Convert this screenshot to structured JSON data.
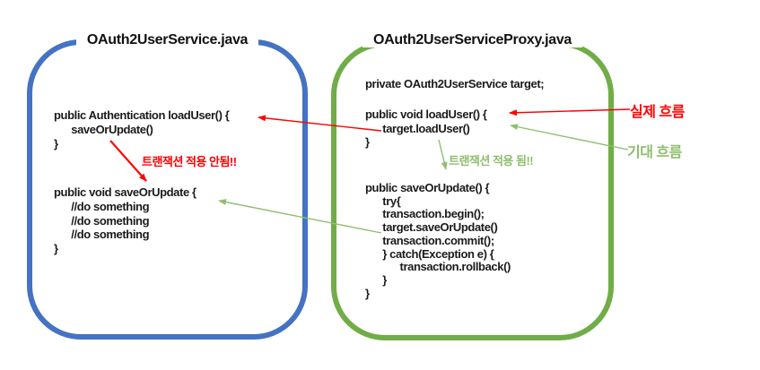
{
  "left_box": {
    "title": "OAuth2UserService.java",
    "border_color": "#4472C4",
    "code_block_1": [
      "public Authentication loadUser() {",
      "      saveOrUpdate()",
      "}"
    ],
    "note": "트랜잭션 적용 안됨!!",
    "note_color": "#FF0000",
    "code_block_2": [
      "public void saveOrUpdate {",
      "      //do something",
      "      //do something",
      "      //do something",
      "}"
    ]
  },
  "right_box": {
    "title": "OAuth2UserServiceProxy.java",
    "border_color": "#70AD47",
    "field_line": "private OAuth2UserService target;",
    "code_block_1": [
      "public void loadUser() {",
      "      target.loadUser()",
      "}"
    ],
    "note": "트랜잭션 적용 됨!!",
    "note_color": "#8FBE6E",
    "code_block_2": [
      "public saveOrUpdate() {",
      "      try{",
      "      transaction.begin();",
      "      target.saveOrUpdate()",
      "      transaction.commit();",
      "      } catch(Exception e) {",
      "            transaction.rollback()",
      "      }",
      "}"
    ]
  },
  "legend": {
    "actual_flow_label": "실제 흐름",
    "actual_flow_color": "#FF0000",
    "expected_flow_label": "기대 흐름",
    "expected_flow_color": "#8FBE6E"
  }
}
